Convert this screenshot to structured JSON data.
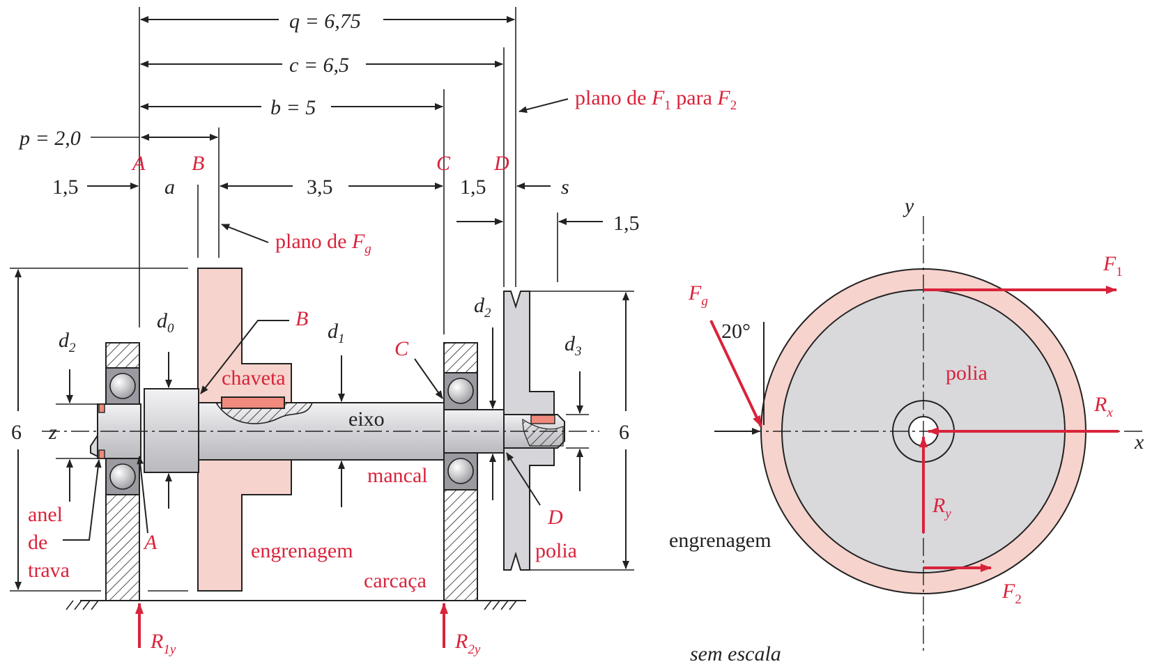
{
  "dims": {
    "q": "q = 6,75",
    "c": "c = 6,5",
    "b": "b = 5",
    "p": "p = 2,0",
    "left_1_5": "1,5",
    "a": "a",
    "mid_3_5": "3,5",
    "right_1_5": "1,5",
    "s": "s",
    "far_1_5": "1,5",
    "height_left": "6",
    "height_right": "6"
  },
  "points": {
    "A": "A",
    "B": "B",
    "C": "C",
    "D": "D"
  },
  "diameters": {
    "d0": "d",
    "d0_sub": "0",
    "d1": "d",
    "d1_sub": "1",
    "d2_left": "d",
    "d2_left_sub": "2",
    "d2_right": "d",
    "d2_right_sub": "2",
    "d3": "d",
    "d3_sub": "3"
  },
  "labels": {
    "plane_f1f2_pre": "plano de ",
    "plane_f1f2_F1": "F",
    "plane_f1f2_F1_sub": "1",
    "plane_f1f2_mid": " para ",
    "plane_f1f2_F2": "F",
    "plane_f1f2_F2_sub": "2",
    "plane_fg_pre": "plano de ",
    "plane_fg_F": "F",
    "plane_fg_sub": "g",
    "chaveta": "chaveta",
    "eixo": "eixo",
    "mancal": "mancal",
    "engrenagem": "engrenagem",
    "carcaca": "carcaça",
    "polia": "polia",
    "anel": "anel",
    "de": "de",
    "trava": "trava",
    "z": "z",
    "callout_B": "B",
    "callout_C": "C",
    "callout_A": "A",
    "callout_D": "D",
    "R1y": "R",
    "R1y_sub": "1y",
    "R2y": "R",
    "R2y_sub": "2y",
    "sem_escala": "sem escala"
  },
  "side_view": {
    "y": "y",
    "x": "x",
    "F1": "F",
    "F1_sub": "1",
    "F2": "F",
    "F2_sub": "2",
    "Fg": "F",
    "Fg_sub": "g",
    "angle": "20°",
    "polia": "polia",
    "Rx": "R",
    "Rx_sub": "x",
    "Ry": "R",
    "Ry_sub": "y",
    "engrenagem": "engrenagem"
  },
  "colors": {
    "accent_red": "#d9233b",
    "gear_pink": "#f6d3cc",
    "metal_gray": "#d9d9dc",
    "key_salmon": "#ef8a7c"
  }
}
